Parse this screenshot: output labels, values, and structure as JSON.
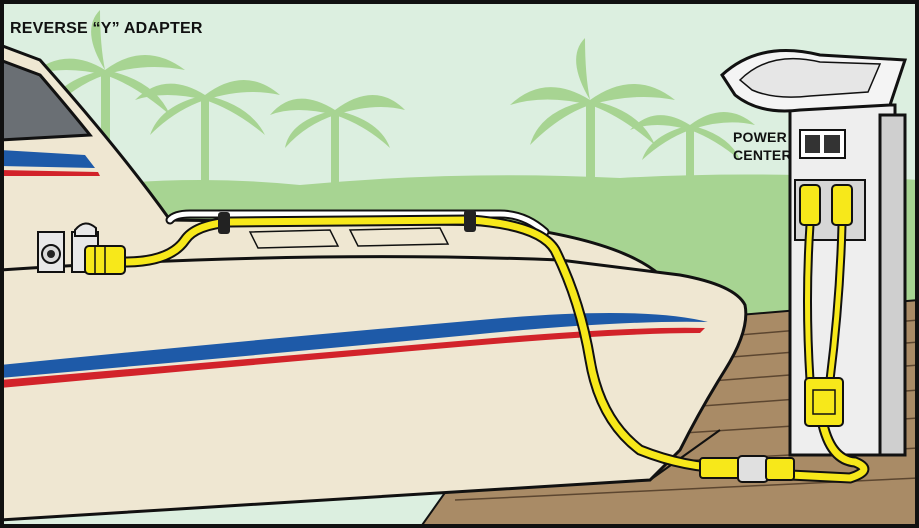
{
  "title": "REVERSE “Y” ADAPTER",
  "power_center": {
    "line1": "POWER",
    "line2": "CENTER"
  },
  "colors": {
    "sky": "#dcefe0",
    "palm": "#a7d492",
    "hull": "#efe7d2",
    "stripe_blue": "#1e5aa8",
    "stripe_red": "#d2232a",
    "cord": "#f7e81a",
    "dock": "#a98b66"
  }
}
